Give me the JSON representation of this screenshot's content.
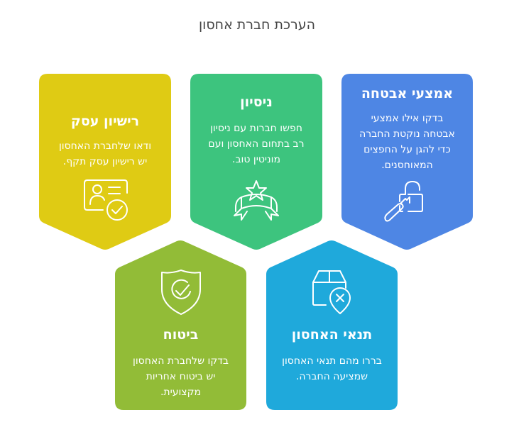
{
  "title": "הערכת חברת אחסון",
  "colors": {
    "yellow": "#DFCB14",
    "green": "#3DC47E",
    "blue": "#4E86E4",
    "lime": "#92BC37",
    "cyan": "#1FA9DB"
  },
  "cards": [
    {
      "id": "security",
      "title": "אמצעי אבטחה",
      "lines": [
        "בדקו אילו אמצעי",
        "אבטחה נוקטת החברה",
        "כדי להגן על החפצים",
        "המאוחסנים."
      ],
      "icon": "lock-key-icon",
      "color": "#4E86E4"
    },
    {
      "id": "experience",
      "title": "ניסיון",
      "lines": [
        "חפשו חברות עם ניסיון",
        "רב בתחום האחסון ועם",
        "מוניטין טוב."
      ],
      "icon": "star-ribbon-icon",
      "color": "#3DC47E"
    },
    {
      "id": "license",
      "title": "רישיון עסק",
      "lines": [
        "ודאו שלחברת האחסון",
        "יש רישיון עסק תקף."
      ],
      "icon": "id-card-check-icon",
      "color": "#DFCB14"
    },
    {
      "id": "terms",
      "title": "תנאי האחסון",
      "lines": [
        "בררו מהם תנאי האחסון",
        "שמציעה החברה."
      ],
      "icon": "box-cancel-icon",
      "color": "#1FA9DB"
    },
    {
      "id": "insurance",
      "title": "ביטוח",
      "lines": [
        "בדקו שלחברת האחסון",
        "יש ביטוח אחריות",
        "מקצועית."
      ],
      "icon": "shield-check-icon",
      "color": "#92BC37"
    }
  ]
}
